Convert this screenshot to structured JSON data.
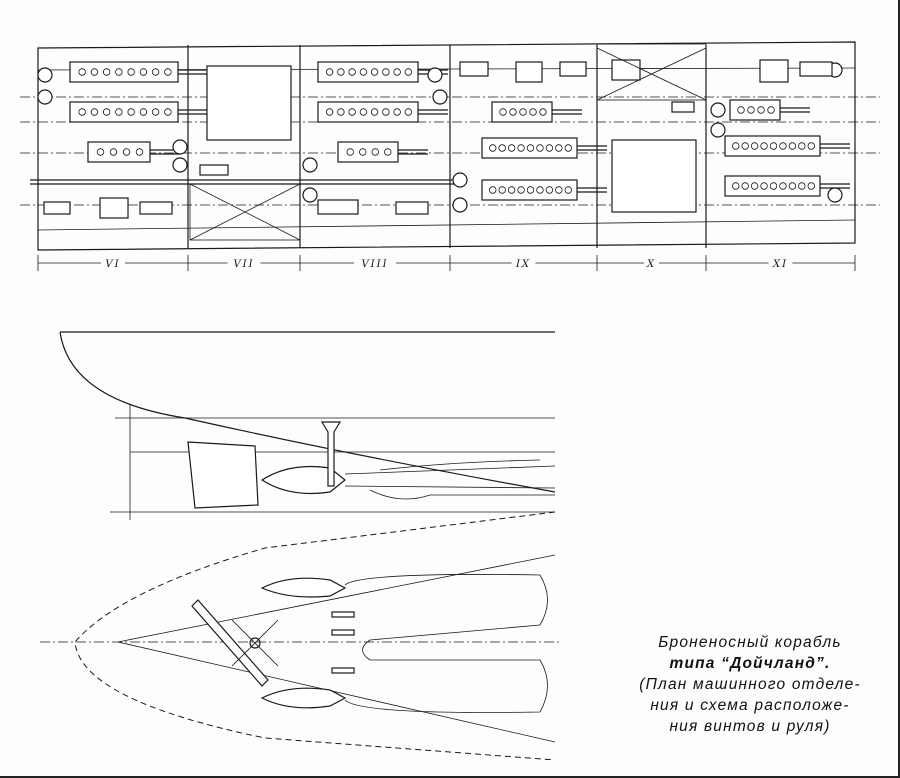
{
  "plan_view": {
    "compartments": [
      "VI",
      "VII",
      "VIII",
      "IX",
      "X",
      "XI"
    ]
  },
  "caption": {
    "line1": "Броненосный корабль",
    "line2": "типа “Дойчланд”.",
    "line3": "(План машинного отделе-",
    "line4": "ния и схема расположе-",
    "line5": "ния винтов и руля)"
  }
}
